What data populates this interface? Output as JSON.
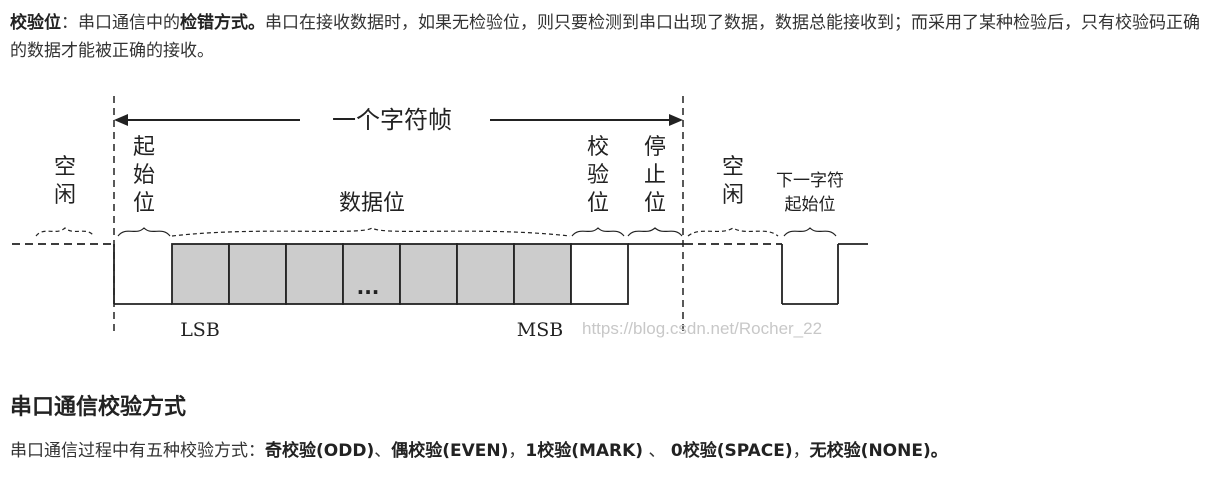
{
  "intro": {
    "term": "校验位",
    "colon": "：",
    "text_a": "串口通信中的",
    "bold_phrase": "检错方式。",
    "text_b": "串口在接收数据时，如果无检验位，则只要检测到串口出现了数据，数据总能接收到；而采用了某种检验后，只有校验码正确的数据才能被正确的接收。"
  },
  "diagram": {
    "frame_label": "一个字符帧",
    "labels": {
      "idle_left": [
        "空",
        "闲"
      ],
      "start": [
        "起",
        "始",
        "位"
      ],
      "data": "数据位",
      "parity": [
        "校",
        "验",
        "位"
      ],
      "stop": [
        "停",
        "止",
        "位"
      ],
      "idle_right": [
        "空",
        "闲"
      ],
      "next_start": [
        "下一字符",
        "起始位"
      ],
      "ellipsis": "...",
      "lsb": "LSB",
      "msb": "MSB"
    },
    "watermark": "https://blog.csdn.net/Rocher_22",
    "colors": {
      "data_fill": "#cccccc",
      "line": "#222222",
      "watermark": "#c8c8c8"
    }
  },
  "section": {
    "heading": "串口通信校验方式",
    "text_prefix": "串口通信过程中有五种校验方式：",
    "modes": [
      {
        "name": "奇校验(ODD)",
        "sep": "、"
      },
      {
        "name": "偶校验(EVEN)",
        "sep": "，"
      },
      {
        "name": "1校验(MARK)",
        "sep": " 、 "
      },
      {
        "name": "0校验(SPACE)",
        "sep": "，"
      },
      {
        "name": "无校验(NONE)。",
        "sep": ""
      }
    ]
  }
}
